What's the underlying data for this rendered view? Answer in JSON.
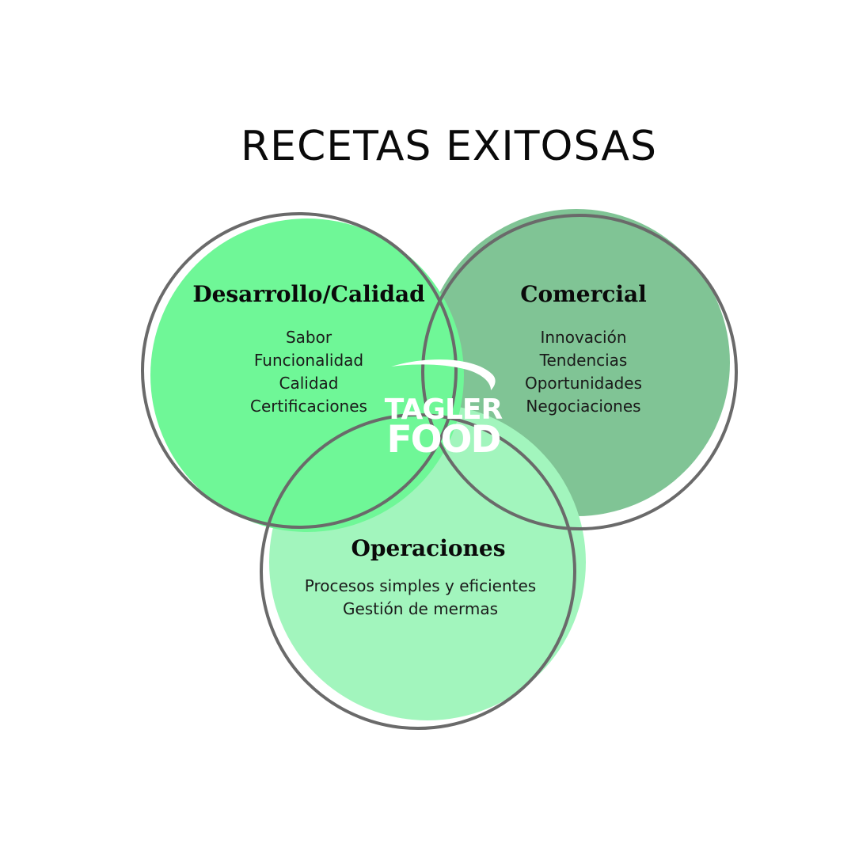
{
  "title": "RECETAS EXITOSAS",
  "colors": {
    "desarrollo_fill": "#6ff797",
    "comercial_fill": "#80c495",
    "operaciones_fill": "#a2f5bd",
    "outline": "#6a6a6a",
    "logo": "#ffffff"
  },
  "logo": {
    "line1": "TAGLER",
    "line2": "FOOD"
  },
  "circles": {
    "desarrollo": {
      "heading": "Desarrollo/Calidad",
      "items": [
        "Sabor",
        "Funcionalidad",
        "Calidad",
        "Certificaciones"
      ]
    },
    "comercial": {
      "heading": "Comercial",
      "items": [
        "Innovación",
        "Tendencias",
        "Oportunidades",
        "Negociaciones"
      ]
    },
    "operaciones": {
      "heading": "Operaciones",
      "items": [
        "Procesos simples y eficientes",
        "Gestión de mermas"
      ]
    }
  }
}
